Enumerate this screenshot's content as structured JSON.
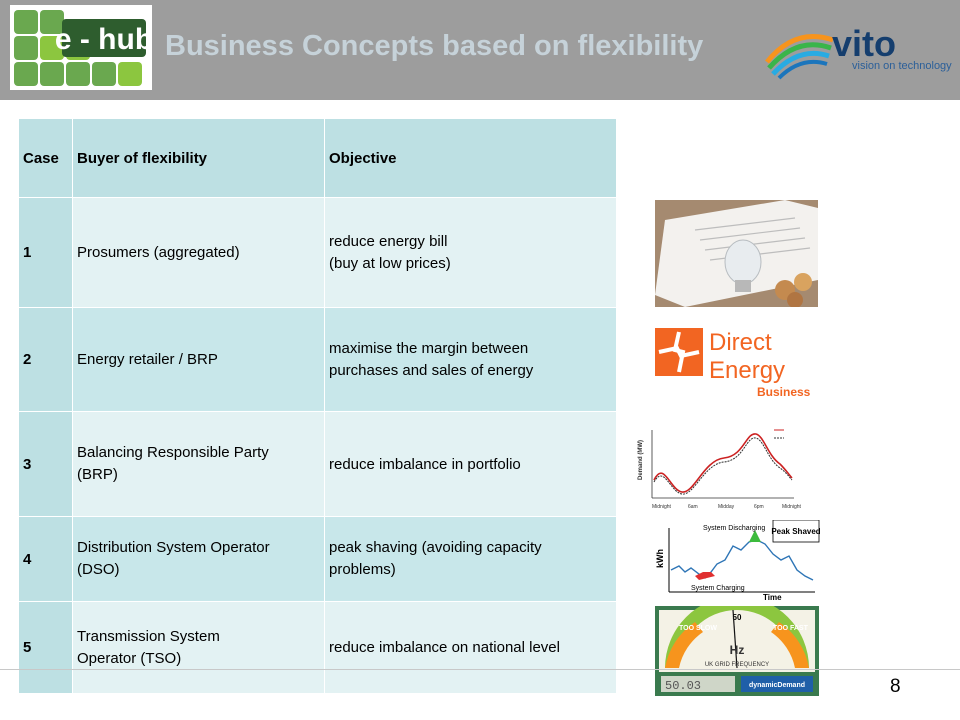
{
  "header": {
    "title": "Business Concepts based on flexibility",
    "ehub_logo_text": "e - hub",
    "vito_logo_text": "vito",
    "vito_tagline": "vision on technology"
  },
  "table": {
    "headers": [
      "Case",
      "Buyer of flexibility",
      "Objective"
    ],
    "rows": [
      {
        "case": "1",
        "buyer": "Prosumers (aggregated)",
        "objective_line1": "reduce energy bill",
        "objective_line2": "(buy at low prices)"
      },
      {
        "case": "2",
        "buyer": "Energy retailer / BRP",
        "objective_line1": "maximise the margin between",
        "objective_line2": "purchases and sales of energy"
      },
      {
        "case": "3",
        "buyer_line1": "Balancing Responsible Party",
        "buyer_line2": "(BRP)",
        "objective_line1": "reduce imbalance in portfolio"
      },
      {
        "case": "4",
        "buyer_line1": "Distribution System Operator",
        "buyer_line2": "(DSO)",
        "objective_line1": "peak shaving (avoiding capacity",
        "objective_line2": "problems)"
      },
      {
        "case": "5",
        "buyer_line1": "Transmission System",
        "buyer_line2": "Operator (TSO)",
        "objective_line1": "reduce imbalance on national level"
      }
    ]
  },
  "images": {
    "direct_energy_line1": "Direct",
    "direct_energy_line2": "Energy",
    "direct_energy_line3": "Business",
    "demand_chart_ylabel": "Demand (MW)",
    "demand_chart_xticks": [
      "Midnight",
      "6am",
      "Midday",
      "6pm",
      "Midnight"
    ],
    "kwh_label": "kWh",
    "time_label": "Time",
    "system_discharging": "System Discharging",
    "system_charging": "System Charging",
    "peak_shaved": "Peak Shaved",
    "gauge_too_slow": "TOO SLOW",
    "gauge_too_fast": "TOO FAST",
    "gauge_center": "50",
    "gauge_hz": "Hz",
    "gauge_caption": "UK GRID FREQUENCY",
    "gauge_readout": "50.03",
    "gauge_brand": "dynamicDemand"
  },
  "footer": {
    "page_number": "8"
  },
  "colors": {
    "header_bg": "#9d9d9d",
    "table_dark": "#bde0e3",
    "table_light": "#e3f2f3",
    "title": "#c6d2d9"
  }
}
